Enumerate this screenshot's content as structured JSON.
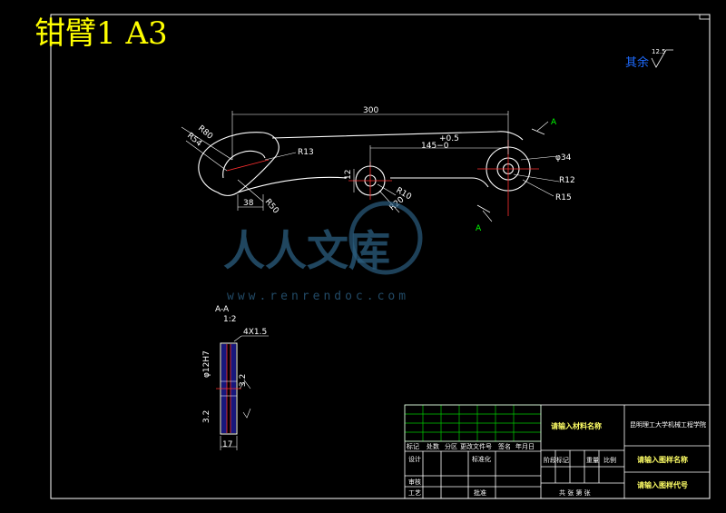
{
  "drawing": {
    "title": "钳臂1 A3",
    "roughness_label": "其余",
    "roughness_value": "12.5"
  },
  "dimensions": {
    "length": "300",
    "tol_upper": "+0.5",
    "center_dist": "145−0",
    "r80": "R80",
    "r54": "R54",
    "r13": "R13",
    "d34": "φ34",
    "r12": "R12",
    "r15": "R15",
    "r10": "R10",
    "r20": "R20",
    "r50": "R50",
    "w38": "38",
    "h12": "12",
    "section_mark": "A"
  },
  "section": {
    "title": "A-A",
    "scale": "1:2",
    "chamfer": "4X1.5",
    "bore": "φ12H7",
    "thickness": "17",
    "rough1": "3.2",
    "rough2": "3.2"
  },
  "watermark": {
    "text": "人人文库",
    "url": "www.renrendoc.com"
  },
  "title_block": {
    "material": "请输入材料名称",
    "school": "昆明理工大学机械工程学院",
    "part_name": "请输入图样名称",
    "part_code": "请输入图样代号",
    "rev_headers": [
      "标记",
      "处数",
      "分区",
      "更改文件号",
      "签名",
      "年月日"
    ],
    "design": "设计",
    "standard": "标准化",
    "review": "审核",
    "process": "工艺",
    "approve": "批准",
    "stage_headers": [
      "阶段标记",
      "重量",
      "比例"
    ],
    "sheet": "共 张 第 张"
  }
}
